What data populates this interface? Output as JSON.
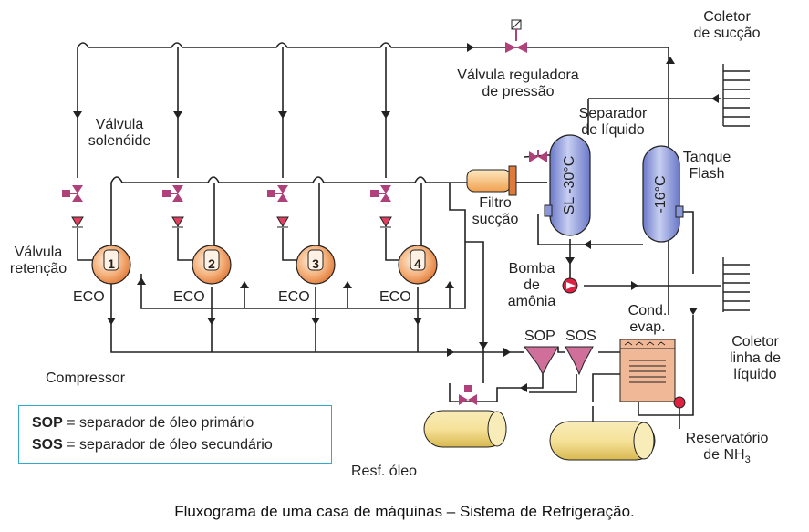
{
  "labels": {
    "coletor_succao": [
      "Coletor",
      "de sucção"
    ],
    "valvula_reguladora": [
      "Válvula reguladora",
      "de pressão"
    ],
    "separador_liquido": [
      "Separador",
      "de líquido"
    ],
    "valvula_solenoide": [
      "Válvula",
      "solenóide"
    ],
    "tanque_flash": [
      "Tanque",
      "Flash"
    ],
    "sl_temp": "SL -30°C",
    "flash_temp": "-16°C",
    "filtro_succao": [
      "Filtro",
      "sucção"
    ],
    "valvula_retencao": [
      "Válvula",
      "retenção"
    ],
    "bomba_amonia": [
      "Bomba",
      "de",
      "amônia"
    ],
    "eco": "ECO",
    "compressor": "Compressor",
    "sop": "SOP",
    "sos": "SOS",
    "cond_evap": [
      "Cond.",
      "evap."
    ],
    "coletor_linha": [
      "Coletor",
      "linha de",
      "líquido"
    ],
    "resf_oleo": "Resf. óleo",
    "reservatorio": [
      "Reservatório",
      "de NH",
      "3"
    ]
  },
  "compressors": [
    "1",
    "2",
    "3",
    "4"
  ],
  "legend": [
    {
      "abbr": "SOP",
      "sep": " = ",
      "text": "separador de óleo primário"
    },
    {
      "abbr": "SOS",
      "sep": " = ",
      "text": "separador de óleo secundário"
    }
  ],
  "caption": "Fluxograma de uma casa de máquinas – Sistema de Refrigeração.",
  "colors": {
    "line": "#222222",
    "valve": "#b0407a",
    "vessel_blue": "#8a96d8",
    "compressor_orange": "#f0a070",
    "tank_yellow": "#f0dc8c",
    "separator_pink": "#d0709a",
    "cond_orange": "#f0b896",
    "legend_border": "#33aacc"
  }
}
